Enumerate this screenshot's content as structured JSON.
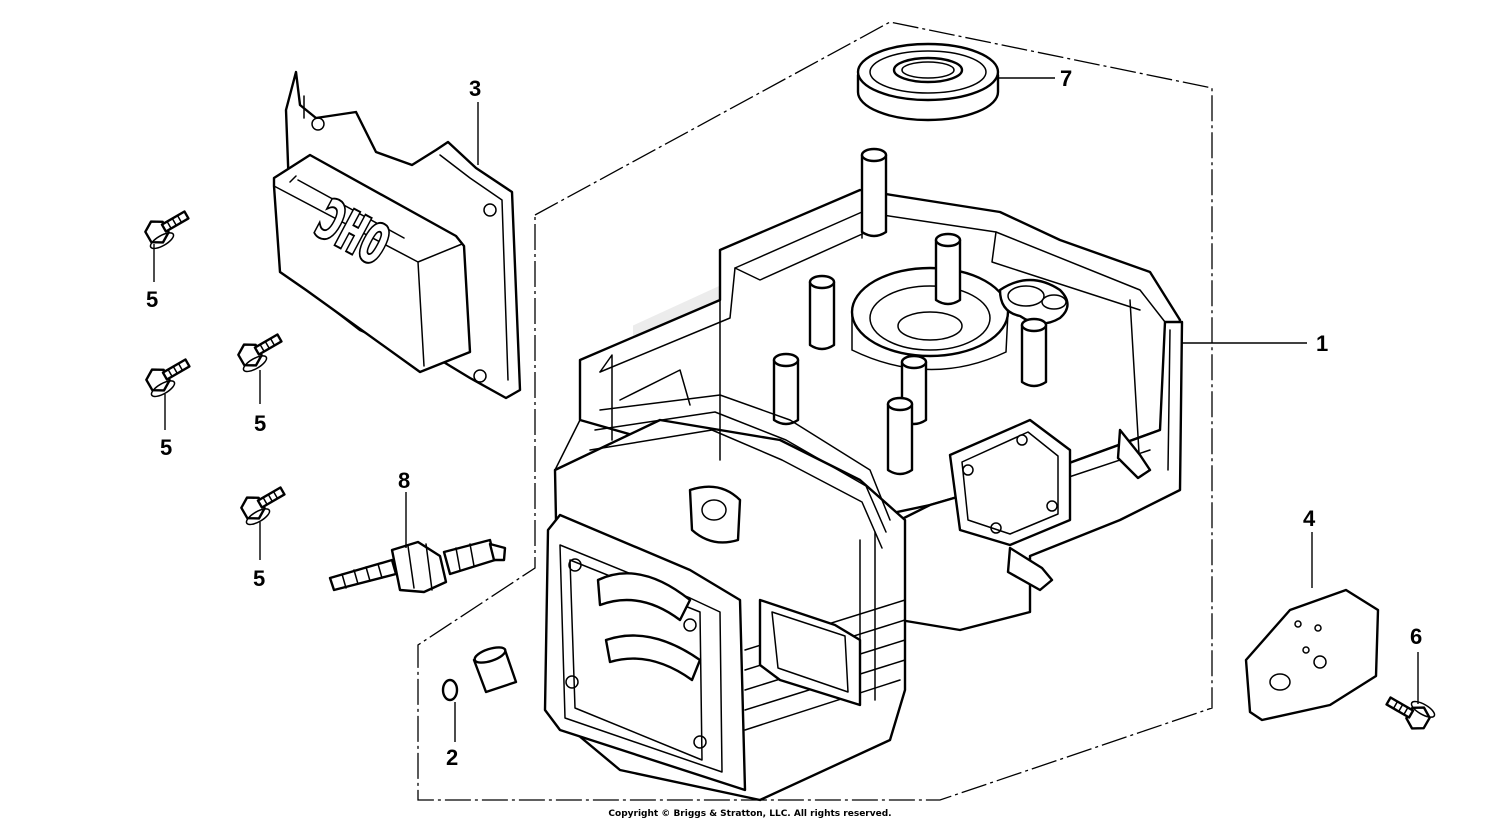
{
  "callouts": {
    "c1": "1",
    "c2": "2",
    "c3": "3",
    "c4": "4",
    "c5a": "5",
    "c5b": "5",
    "c5c": "5",
    "c5d": "5",
    "c6": "6",
    "c7": "7",
    "c8": "8"
  },
  "cover_logo": "OHC",
  "copyright": "Copyright © Briggs & Stratton, LLC. All rights reserved."
}
